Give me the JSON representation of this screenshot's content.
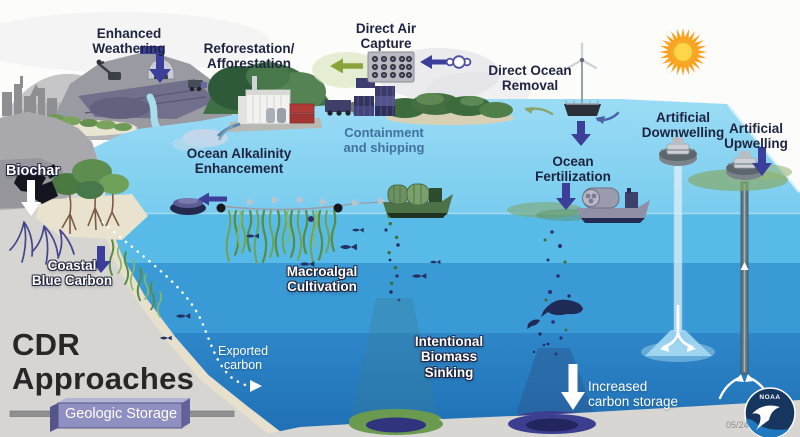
{
  "title": "CDR\nApproaches",
  "credit": {
    "date": "05/24",
    "logo_text": "NOAA"
  },
  "approach_labels": {
    "enhanced_weathering": "Enhanced\nWeathering",
    "reforestation_afforestation": "Reforestation/\nAfforestation",
    "direct_air_capture": "Direct Air\nCapture",
    "direct_ocean_removal": "Direct Ocean\nRemoval",
    "artificial_downwelling": "Artificial\nDownwelling",
    "artificial_upwelling": "Artificial\nUpwelling",
    "ocean_alkalinity_enhancement": "Ocean Alkalinity\nEnhancement",
    "ocean_fertilization": "Ocean\nFertilization",
    "biochar": "Biochar",
    "coastal_blue_carbon": "Coastal\nBlue Carbon",
    "macroalgal_cultivation": "Macroalgal\nCultivation",
    "intentional_biomass_sinking": "Intentional\nBiomass\nSinking",
    "geologic_storage": "Geologic Storage"
  },
  "process_labels": {
    "containment_and_shipping": "Containment\nand shipping",
    "exported_carbon": "Exported\ncarbon",
    "increased_carbon_storage": "Increased\ncarbon storage"
  },
  "colors": {
    "arrow_navy": "#3b3f99",
    "arrow_green": "#8aa43c",
    "label_dark": "#1d2440",
    "label_blue": "#41719f",
    "water_surface": "#8ad5f2",
    "water_band_upper": "#58bbe7",
    "water_band_mid": "#3a9ad5",
    "water_band_deep": "#2478bd",
    "land_gray": "#d7d5d1",
    "storage_purple": "#8f8fc2",
    "sun_orange": "#f9a825",
    "noaa_navy": "#16355f"
  }
}
